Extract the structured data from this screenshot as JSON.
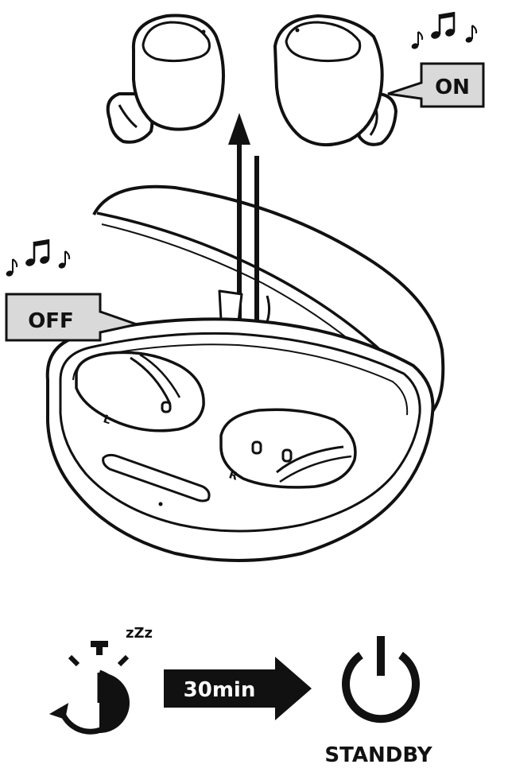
{
  "labels": {
    "on": "ON",
    "off": "OFF",
    "left_marker": "L",
    "right_marker": "R",
    "sleep": "zZz",
    "timer": "30min",
    "standby": "STANDBY"
  },
  "icons": {
    "music_notes": "music-notes-icon",
    "stopwatch": "stopwatch-icon",
    "power": "power-icon"
  },
  "colors": {
    "ink": "#111111",
    "callout_fill": "#d9d9d9",
    "background": "#ffffff"
  }
}
